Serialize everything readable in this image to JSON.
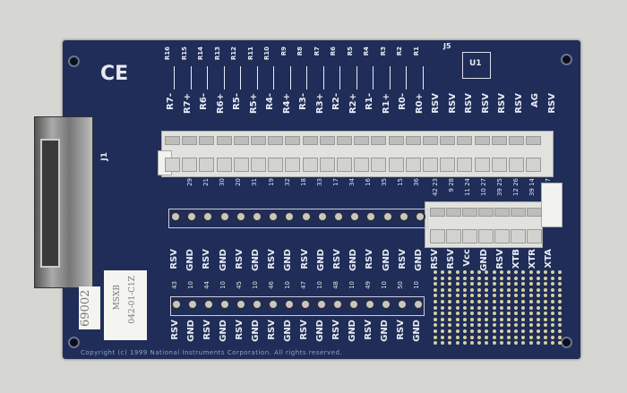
{
  "board": {
    "ce_mark": "CE",
    "connector_label": "J1",
    "jumper_label": "J5",
    "ic_label": "U1",
    "label_part": "69002",
    "label_model": "MSXB",
    "label_revision": "042-01-C1Z",
    "top_terminal_labels": [
      "R7-",
      "R7+",
      "R6-",
      "R6+",
      "R5-",
      "R5+",
      "R4-",
      "R4+",
      "R3-",
      "R3+",
      "R2-",
      "R2+",
      "R1-",
      "R1+",
      "R0-",
      "R0+",
      "RSV",
      "RSV",
      "RSV",
      "RSV",
      "RSV",
      "RSV",
      "AG",
      "RSV"
    ],
    "resistor_labels": [
      "R16",
      "R15",
      "R14",
      "R13",
      "R12",
      "R11",
      "R10",
      "R9",
      "R8",
      "R7",
      "R6",
      "R5",
      "R4",
      "R3",
      "R2",
      "R1"
    ],
    "middle_pin_numbers": [
      "29",
      "21",
      "30",
      "20",
      "31",
      "19",
      "32",
      "18",
      "33",
      "17",
      "34",
      "16",
      "35",
      "15",
      "36"
    ],
    "middle_row_labels": [
      "RSV",
      "GND",
      "RSV",
      "GND",
      "RSV",
      "GND",
      "RSV",
      "GND",
      "RSV",
      "GND",
      "RSV",
      "GND",
      "RSV",
      "GND",
      "RSV",
      "GND"
    ],
    "side_terminal_labels": [
      "RSV",
      "RSV",
      "Vcc",
      "GND",
      "RSV",
      "XTB",
      "XTR",
      "XTA"
    ],
    "side_pin_numbers": [
      "42 23",
      "9 28",
      "11 24",
      "10 27",
      "39 25",
      "12 26",
      "39 14",
      "7"
    ],
    "bottom_pin_numbers": [
      "43",
      "10",
      "44",
      "10",
      "45",
      "10",
      "46",
      "10",
      "47",
      "10",
      "48",
      "10",
      "49",
      "10",
      "50",
      "10"
    ],
    "bottom_row_labels": [
      "RSV",
      "GND",
      "RSV",
      "GND",
      "RSV",
      "GND",
      "RSV",
      "GND",
      "RSV",
      "GND",
      "RSV",
      "GND",
      "RSV",
      "GND",
      "RSV",
      "GND"
    ],
    "copyright": "Copyright (c) 1999 National Instruments Corporation. All rights reserved."
  },
  "colors": {
    "pcb": "#1f2d58",
    "silkscreen": "#e9ecf4",
    "terminal": "#e1e1dd",
    "background": "#d6d6d3"
  }
}
